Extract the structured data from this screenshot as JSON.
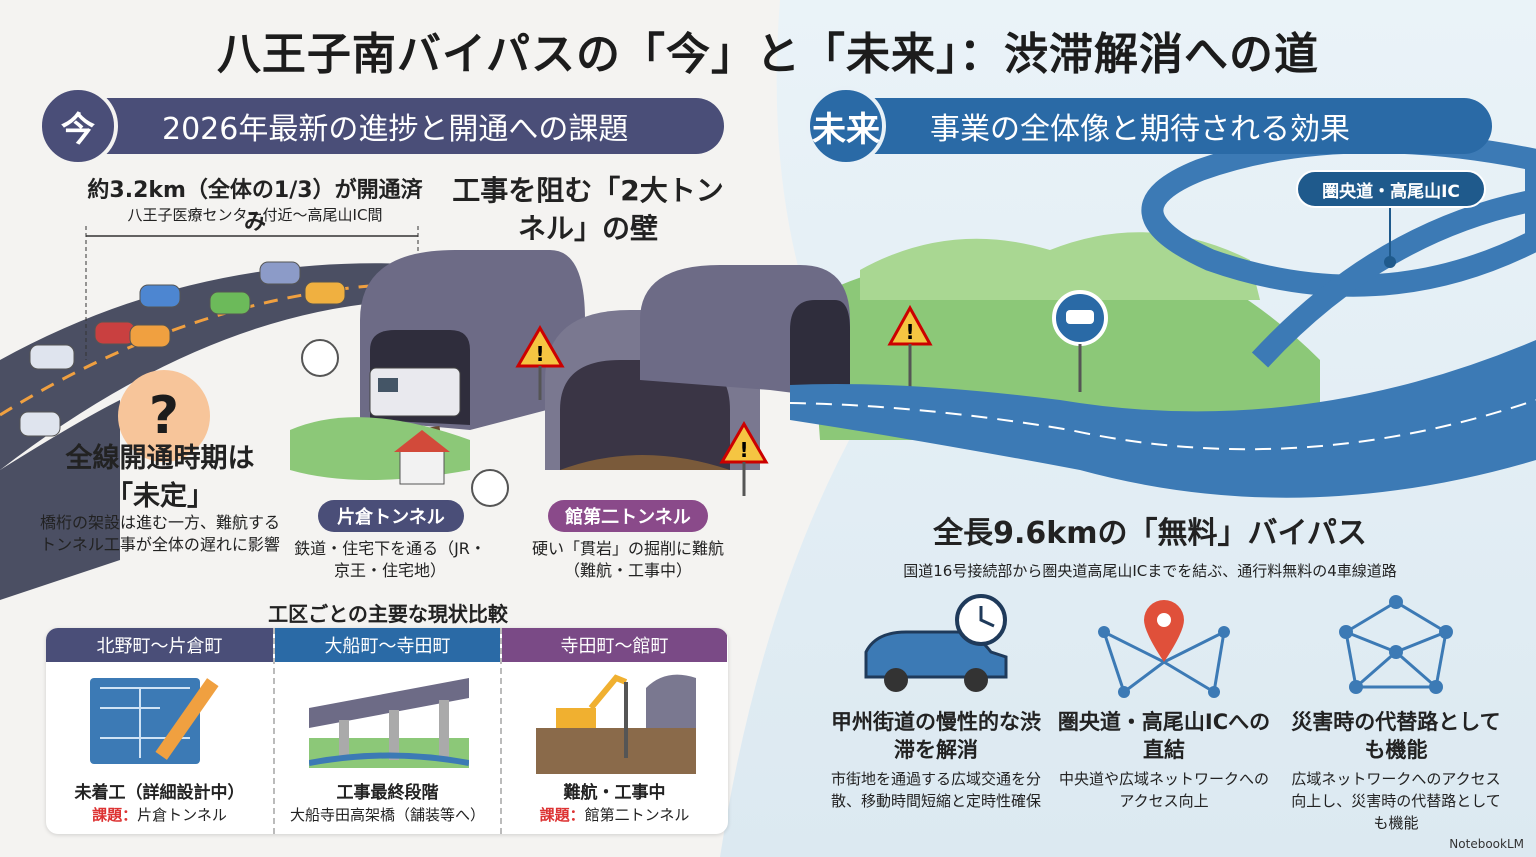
{
  "title": "八王子南バイパスの「今」と「未来」：渋滞解消への道",
  "now": {
    "badge": "今",
    "heading": "2026年最新の進捗と開通への課題",
    "progress_main": "約3.2km（全体の1/3）が開通済み",
    "progress_sub": "八王子医療センター付近〜高尾山IC間",
    "walls_title": "工事を阻む「2大トンネル」の壁",
    "question_mark": "?",
    "undecided_title": "全線開通時期は「未定」",
    "undecided_desc": "橋桁の架設は進む一方、難航するトンネル工事が全体の遅れに影響",
    "katakura_label": "片倉トンネル",
    "katakura_desc": "鉄道・住宅下を通る（JR・京王・住宅地）",
    "kan_label": "館第二トンネル",
    "kan_desc": "硬い「貫岩」の掘削に難航（難航・工事中）",
    "compare_title": "工区ごとの主要な現状比較",
    "sections": [
      {
        "name": "北野町〜片倉町",
        "status": "未着工（詳細設計中）",
        "issue_label": "課題：",
        "issue": "片倉トンネル",
        "color": "#4a4e78"
      },
      {
        "name": "大船町〜寺田町",
        "status": "工事最終段階",
        "issue_label": "",
        "issue": "大船寺田高架橋（舗装等へ）",
        "color": "#2a6aa6"
      },
      {
        "name": "寺田町〜館町",
        "status": "難航・工事中",
        "issue_label": "課題：",
        "issue": "館第二トンネル",
        "color": "#7a4a86"
      }
    ]
  },
  "future": {
    "badge": "未来",
    "heading": "事業の全体像と期待される効果",
    "ic_sign": "圏央道・高尾山IC",
    "free_title": "全長9.6kmの「無料」バイパス",
    "free_sub": "国道16号接続部から圏央道高尾山ICまでを結ぶ、通行料無料の4車線道路",
    "benefits": [
      {
        "title": "甲州街道の慢性的な渋滞を解消",
        "desc": "市街地を通過する広域交通を分散、移動時間短縮と定時性確保",
        "icon": "car-clock-icon"
      },
      {
        "title": "圏央道・高尾山ICへの直結",
        "desc": "中央道や広域ネットワークへのアクセス向上",
        "icon": "map-pin-network-icon"
      },
      {
        "title": "災害時の代替路としても機能",
        "desc": "広域ネットワークへのアクセス向上し、災害時の代替路としても機能",
        "icon": "network-icon"
      }
    ]
  },
  "credit": "NotebookLM",
  "colors": {
    "now": "#4a4e78",
    "future": "#2a6aa6",
    "accent_red": "#d33"
  }
}
